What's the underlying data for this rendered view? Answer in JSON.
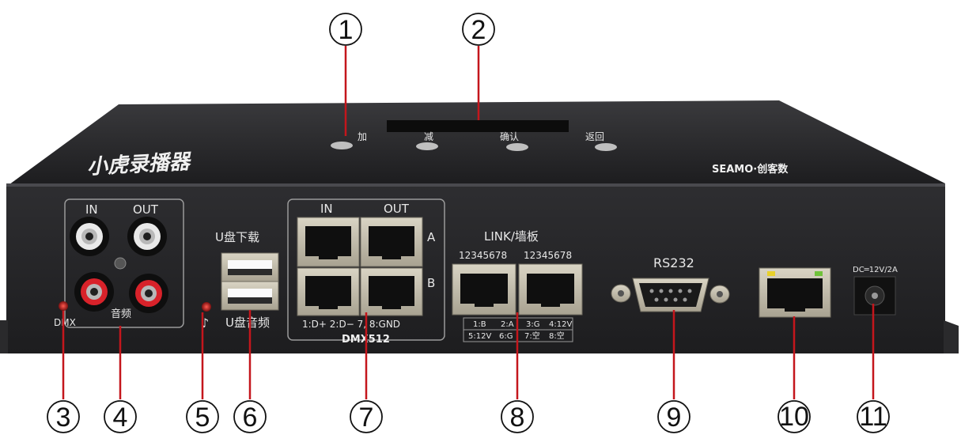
{
  "callouts": [
    "1",
    "2",
    "3",
    "4",
    "5",
    "6",
    "7",
    "8",
    "9",
    "10",
    "11"
  ],
  "top_buttons": [
    "加",
    "减",
    "确认",
    "返回"
  ],
  "brand_left": "小虎录播器",
  "brand_right": "SEAMO·创客数",
  "audio": {
    "in": "IN",
    "out": "OUT",
    "label": "音频"
  },
  "dmx_led_label": "DMX",
  "music_symbol": "♪",
  "usb": {
    "top": "U盘下载",
    "bottom": "U盘音频"
  },
  "dmx512": {
    "in": "IN",
    "out": "OUT",
    "row_a": "A",
    "row_b": "B",
    "pinout": "1:D+  2:D−  7, 8:GND",
    "name": "DMX512"
  },
  "link": {
    "title": "LINK/墙板",
    "pins_left": "12345678",
    "pins_right": "12345678",
    "map_row1": [
      "1:B",
      "2:A",
      "3:G",
      "4:12V"
    ],
    "map_row2": [
      "5:12V",
      "6:G",
      "7:空",
      "8:空"
    ]
  },
  "rs232": "RS232",
  "dc": "DC═12V/2A",
  "colors": {
    "chassis": "#1f1f21",
    "front_panel": "#2a2a2c",
    "rca_red": "#d8222a",
    "led_red": "#c8252a"
  }
}
